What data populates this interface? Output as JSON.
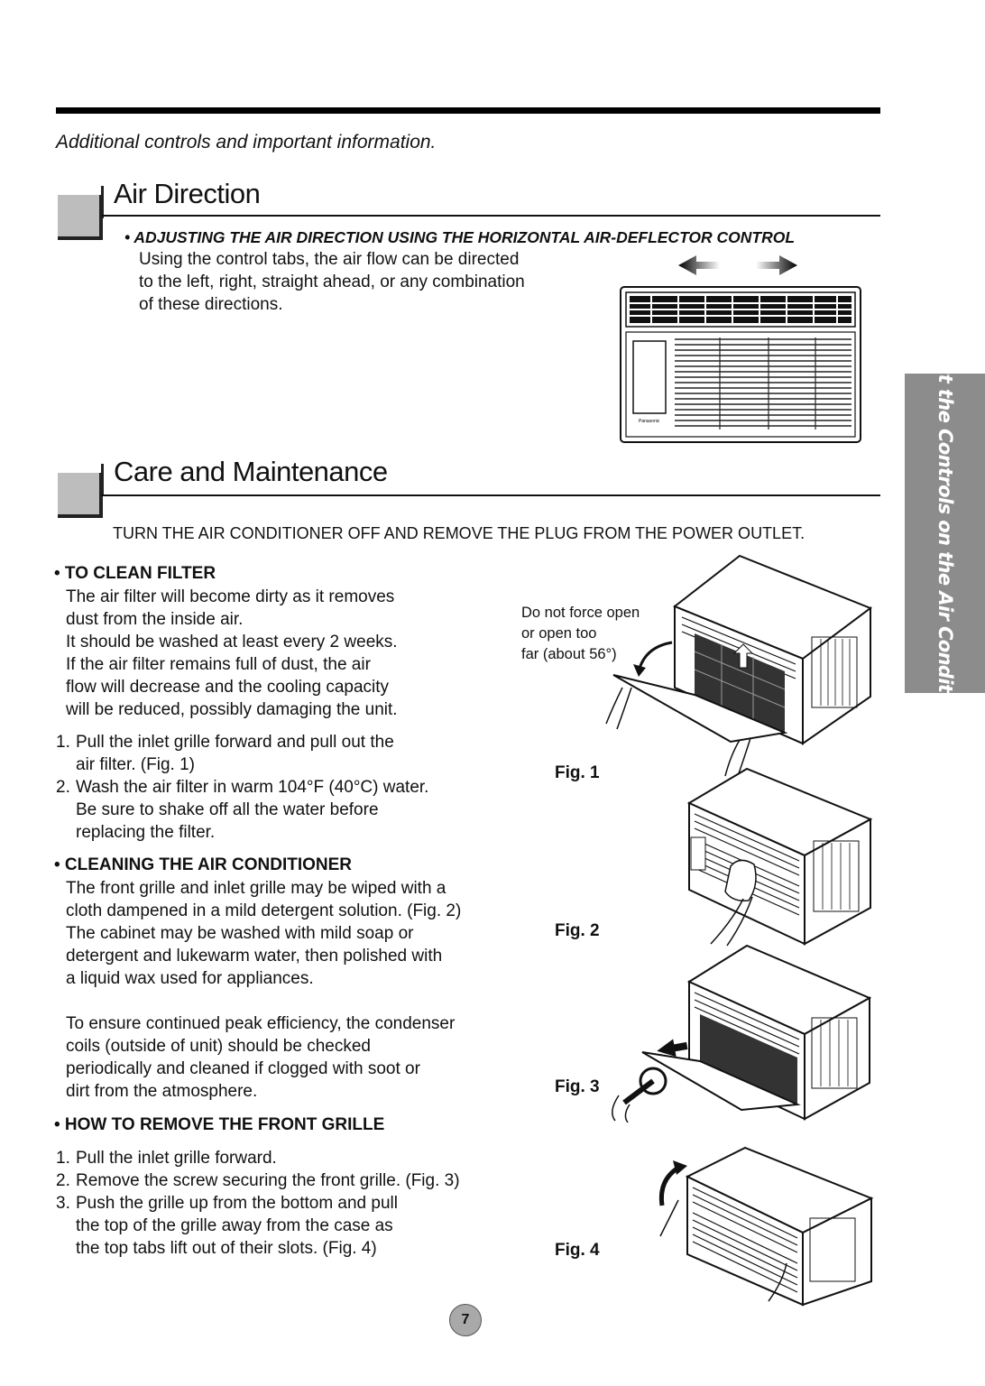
{
  "intro": "Additional controls and important information.",
  "air_direction": {
    "title": "Air Direction",
    "subheading": "• ADJUSTING THE AIR DIRECTION USING THE HORIZONTAL AIR-DEFLECTOR CONTROL",
    "lines": [
      "Using the control tabs, the air flow can be directed",
      "to the left, right, straight ahead, or any combination",
      "of these directions."
    ],
    "unit_brand": "Panasonic"
  },
  "care": {
    "title": "Care and Maintenance",
    "warning": "TURN THE AIR CONDITIONER OFF AND REMOVE THE PLUG FROM THE POWER OUTLET.",
    "filter": {
      "heading": "• TO CLEAN FILTER",
      "lines": [
        "The air filter will become dirty as it removes",
        "dust from the inside air.",
        "It should be washed at least every 2 weeks.",
        "If the air filter remains full of dust, the air",
        "flow will decrease and the cooling capacity",
        "will be reduced, possibly damaging the unit."
      ],
      "steps": [
        {
          "num": "1.",
          "lines": [
            "Pull the inlet grille forward and pull out the",
            "air filter. (Fig. 1)"
          ]
        },
        {
          "num": "2.",
          "lines": [
            "Wash the air filter in warm 104°F (40°C) water.",
            "Be sure to shake off all the water before",
            "replacing the filter."
          ]
        }
      ]
    },
    "cleaning": {
      "heading": "• CLEANING THE AIR CONDITIONER",
      "lines": [
        "The front grille and inlet grille may be wiped with a",
        "cloth dampened in a mild detergent solution. (Fig. 2)",
        "The cabinet may be washed with mild soap or",
        "detergent and lukewarm water, then polished with",
        "a liquid wax used for appliances."
      ],
      "lines2": [
        "To ensure continued peak efficiency, the condenser",
        "coils (outside of unit) should be checked",
        "periodically and cleaned if clogged with soot or",
        "dirt from the atmosphere."
      ]
    },
    "grille": {
      "heading": "• HOW TO REMOVE THE FRONT GRILLE",
      "steps": [
        {
          "num": "1.",
          "lines": [
            "Pull the inlet grille forward."
          ]
        },
        {
          "num": "2.",
          "lines": [
            "Remove the screw securing the front grille. (Fig. 3)"
          ]
        },
        {
          "num": "3.",
          "lines": [
            "Push the grille up from the bottom and pull",
            "the top of the grille away from the case as",
            "the top tabs lift out of their slots. (Fig. 4)"
          ]
        }
      ]
    },
    "fig1_caption": [
      "Do not force open",
      "or open too",
      "far (about 56°)"
    ]
  },
  "figures": {
    "fig1": "Fig. 1",
    "fig2": "Fig. 2",
    "fig3": "Fig. 3",
    "fig4": "Fig. 4"
  },
  "side_tab": "About the Controls on the Air Conditioner",
  "page_number": "7"
}
